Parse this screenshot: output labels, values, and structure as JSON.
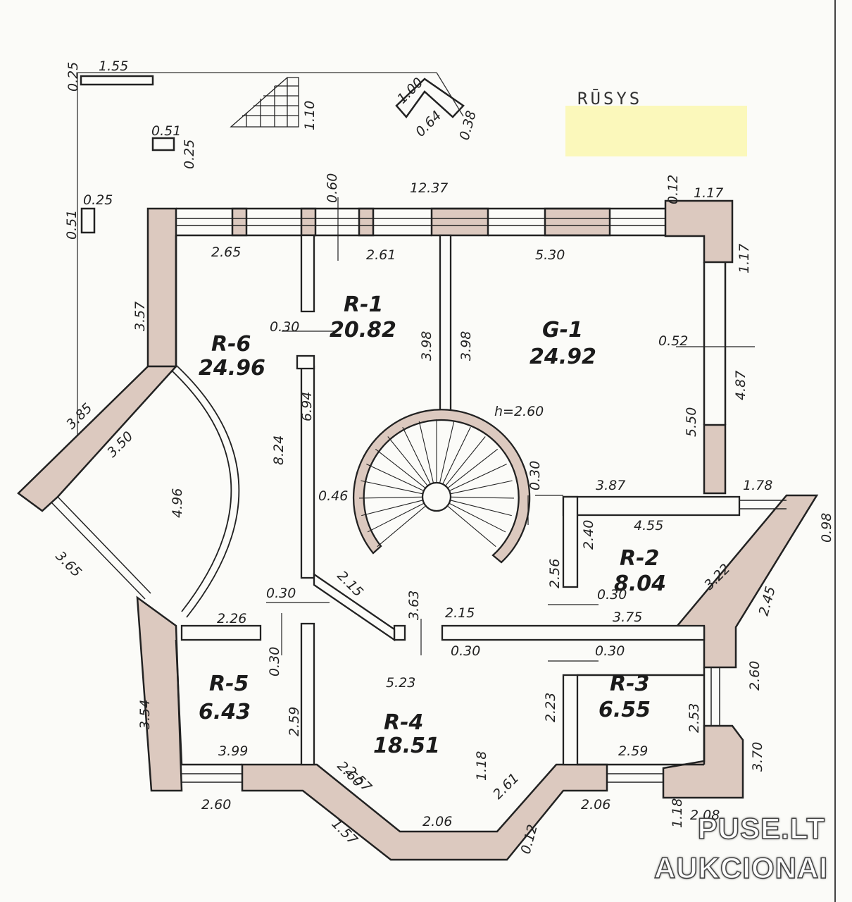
{
  "title": "RŪSYS",
  "rooms": [
    {
      "code": "R-1",
      "area": "20.82"
    },
    {
      "code": "G-1",
      "area": "24.92"
    },
    {
      "code": "R-6",
      "area": "24.96"
    },
    {
      "code": "R-2",
      "area": "8.04"
    },
    {
      "code": "R-5",
      "area": "6.43"
    },
    {
      "code": "R-4",
      "area": "18.51"
    },
    {
      "code": "R-3",
      "area": "6.55"
    }
  ],
  "dims": [
    "1.55",
    "0.25",
    "1.10",
    "1.00",
    "0.64",
    "0.38",
    "0.51",
    "0.25",
    "0.25",
    "0.51",
    "0.60",
    "12.37",
    "0.12",
    "1.17",
    "1.17",
    "2.65",
    "2.61",
    "5.30",
    "3.57",
    "0.30",
    "3.98",
    "3.98",
    "0.52",
    "4.87",
    "6.94",
    "8.24",
    "h=2.60",
    "5.50",
    "3.85",
    "3.50",
    "4.96",
    "0.46",
    "0.30",
    "3.87",
    "1.78",
    "0.98",
    "4.55",
    "2.40",
    "3.22",
    "2.56",
    "2.15",
    "0.30",
    "0.30",
    "2.45",
    "3.65",
    "0.30",
    "2.26",
    "0.30",
    "3.63",
    "2.15",
    "3.75",
    "0.30",
    "5.23",
    "2.60",
    "3.54",
    "2.59",
    "2.23",
    "2.53",
    "2.60",
    "2.59",
    "3.99",
    "1.18",
    "3.70",
    "2.60",
    "2.57",
    "2.61",
    "2.06",
    "1.57",
    "2.06",
    "0.12",
    "1.18",
    "2.08"
  ],
  "watermark": {
    "line1": "PUSE.LT",
    "line2": "AUKCIONAI"
  },
  "colors": {
    "wall_fill": "#dcc9bf",
    "line": "#222222",
    "highlight": "#fbf7b4"
  }
}
